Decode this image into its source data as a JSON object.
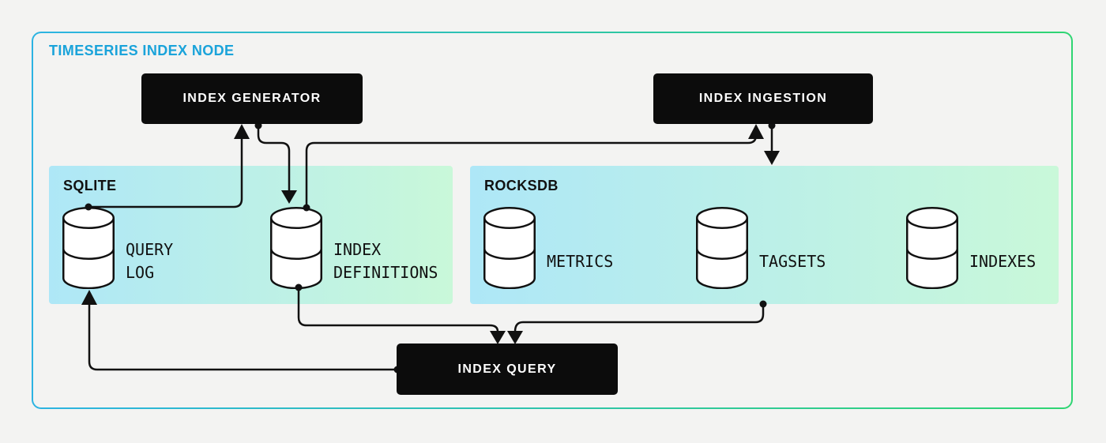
{
  "diagram": {
    "title": "TIMESERIES INDEX NODE",
    "nodes": {
      "index_generator": "INDEX GENERATOR",
      "index_ingestion": "INDEX INGESTION",
      "index_query": "INDEX QUERY"
    },
    "sqlite": {
      "label": "SQLITE",
      "stores": [
        {
          "label": "QUERY\nLOG"
        },
        {
          "label": "INDEX\nDEFINITIONS"
        }
      ]
    },
    "rocksdb": {
      "label": "ROCKSDB",
      "stores": [
        {
          "label": "METRICS"
        },
        {
          "label": "TAGSETS"
        },
        {
          "label": "INDEXES"
        }
      ]
    }
  },
  "colors": {
    "page_bg": "#f3f3f2",
    "accent_blue": "#1aa3da",
    "border_gradient_start": "#2cb3e2",
    "border_gradient_end": "#2fd573",
    "panel_gradient_start": "#aee7f7",
    "panel_gradient_end": "#c9f8d9",
    "node_bg": "#0c0c0c",
    "node_text": "#ffffff",
    "line": "#111111"
  }
}
